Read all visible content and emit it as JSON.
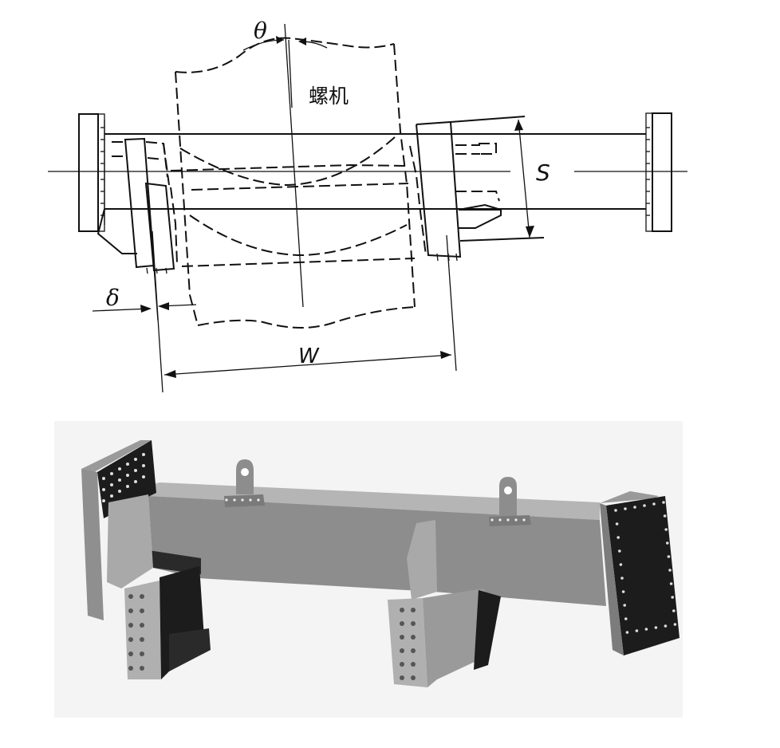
{
  "schematic": {
    "theta_label": "θ",
    "machine_label": "螺机",
    "s_label": "S",
    "delta_label": "δ",
    "w_label": "W"
  },
  "render": {
    "photo_bg": "#f4f4f4",
    "beam_top": "#b9b9b9",
    "beam_front": "#8e8e8e",
    "plate_dark": "#1a1a1a",
    "plate_side": "#9a9a9a",
    "bolt_color": "#dddddd"
  }
}
